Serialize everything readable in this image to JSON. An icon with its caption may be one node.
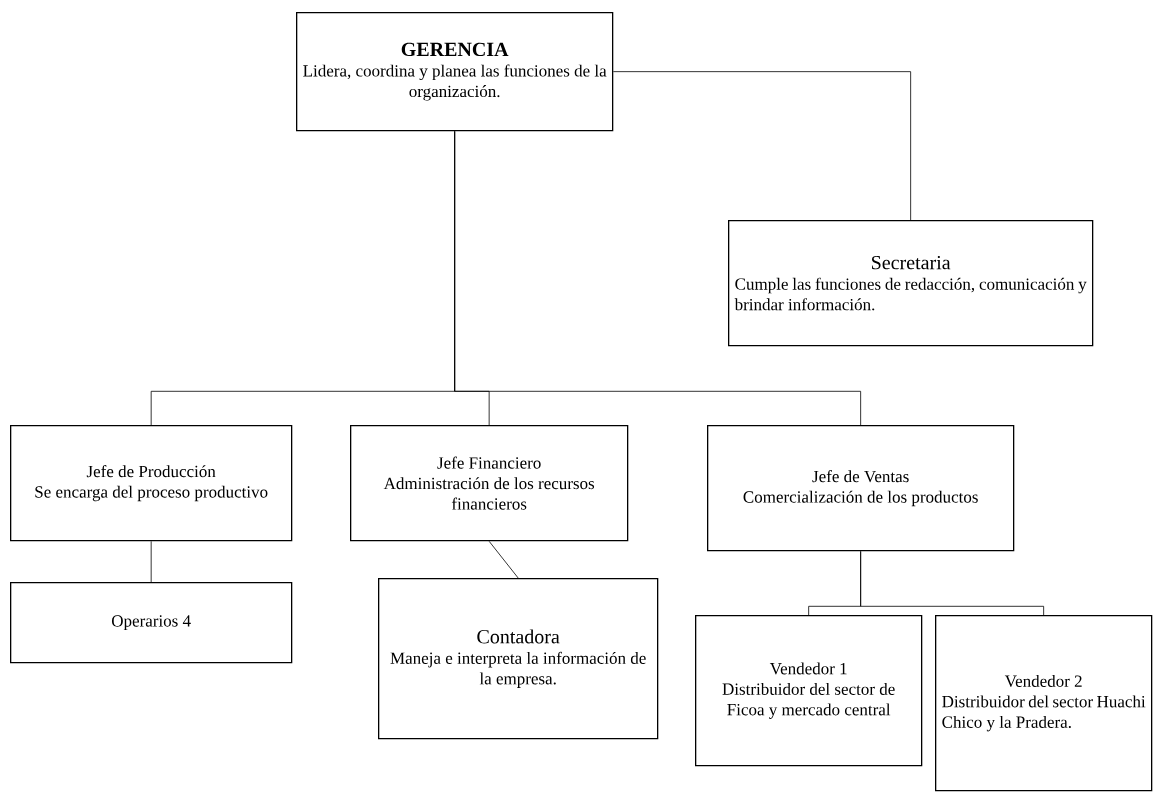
{
  "diagram": {
    "nodes": [
      {
        "text": [
          "GERENCIA",
          "Lidera, coordina y planea las funciones de la organización."
        ]
      },
      {
        "text": [
          "Secretaria",
          "Cumple las funciones de redacción, comunicación y brindar información."
        ]
      },
      {
        "text": [
          "Jefe de Producción",
          "Se encarga del proceso productivo"
        ]
      },
      {
        "text": [
          "Jefe Financiero",
          "Administración de los recursos financieros"
        ]
      },
      {
        "text": [
          "Jefe de Ventas",
          "Comercialización de los productos"
        ]
      },
      {
        "text": [
          "Operarios 4"
        ]
      },
      {
        "text": [
          "Contadora",
          "Maneja e interpreta la información de la empresa."
        ]
      },
      {
        "text": [
          "Vendedor 1",
          "Distribuidor del sector de Ficoa y mercado central"
        ]
      },
      {
        "text": [
          "Vendedor 2",
          "Distribuidor del sector Huachi Chico y la Pradera."
        ]
      }
    ],
    "edges": [
      {
        "from": 0,
        "to": 1,
        "arrow": "none"
      },
      {
        "from": 0,
        "to": 2,
        "arrow": "none"
      },
      {
        "from": 0,
        "to": 3,
        "arrow": "none"
      },
      {
        "from": 0,
        "to": 4,
        "arrow": "none"
      },
      {
        "from": 2,
        "to": 5,
        "arrow": "none"
      },
      {
        "from": 3,
        "to": 6,
        "arrow": "none"
      },
      {
        "from": 4,
        "to": 7,
        "arrow": "none"
      },
      {
        "from": 4,
        "to": 8,
        "arrow": "none"
      }
    ]
  }
}
